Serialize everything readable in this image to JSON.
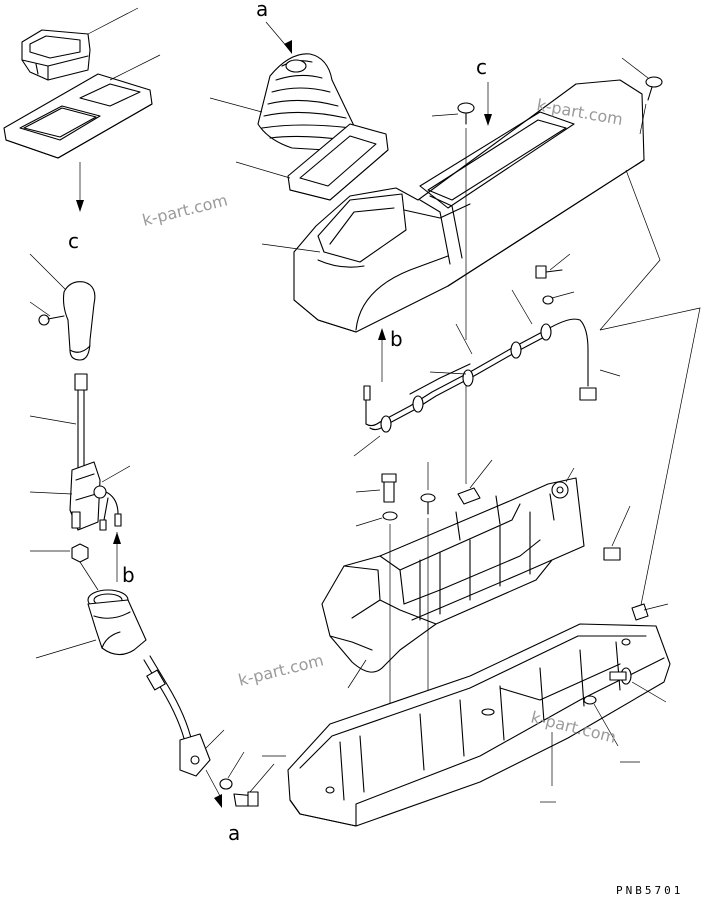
{
  "labels": {
    "a_top": "a",
    "a_bottom": "a",
    "b_right": "b",
    "b_left": "b",
    "c_left": "c",
    "c_top": "c"
  },
  "watermarks": [
    "k-part.com",
    "k-part.com",
    "k-part.com",
    "k-part.com"
  ],
  "drawing_code": "PNB5701"
}
